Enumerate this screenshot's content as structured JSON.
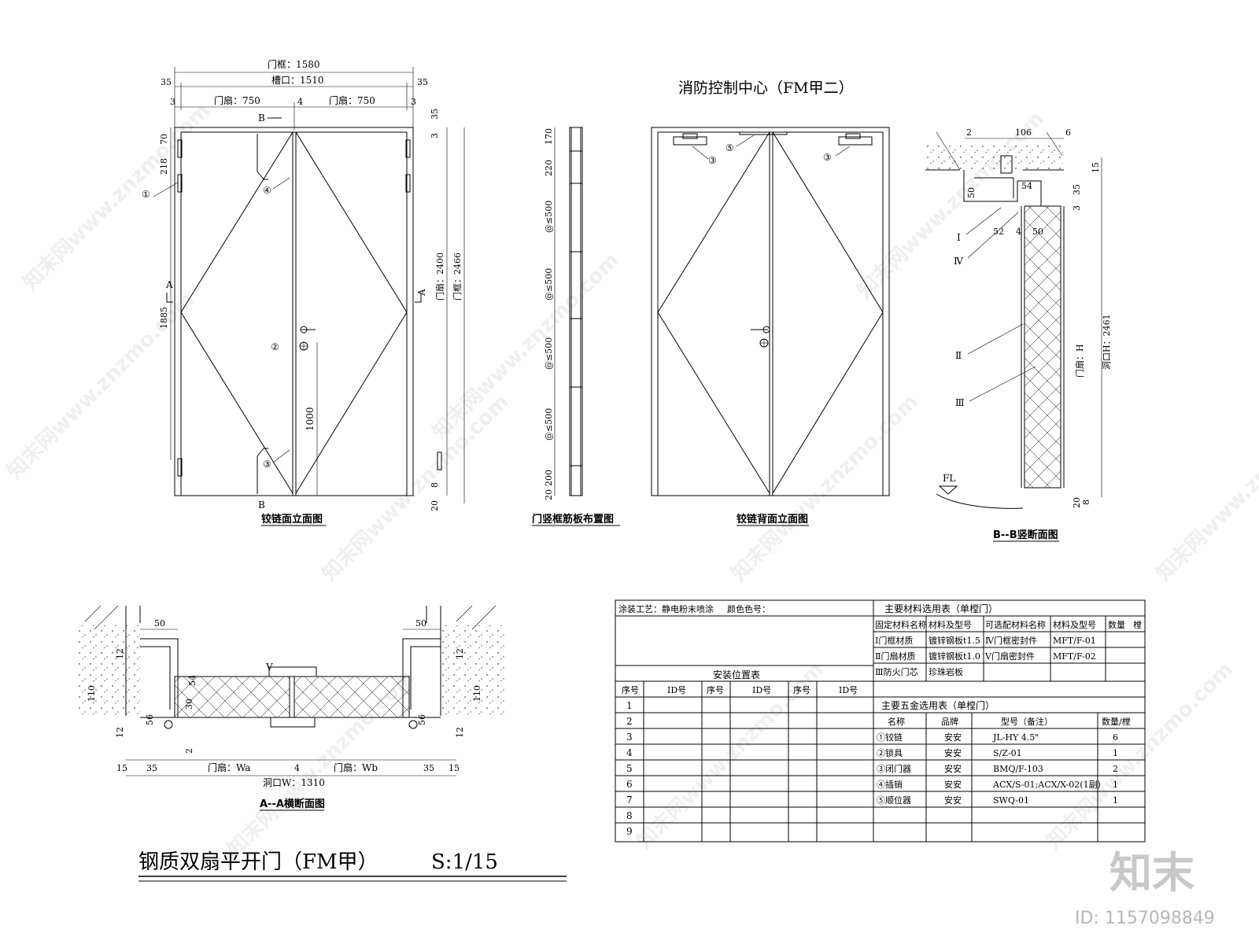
{
  "drawing": {
    "title": "钢质双扇平开门（FM甲）",
    "scale": "S:1/15",
    "back_title": "消防控制中心（FM甲二）"
  },
  "captions": {
    "hinge_elev": "铰链面立面图",
    "frame_ribs": "门竖框筋板布置图",
    "back_elev": "铰链背面立面图",
    "bb_section": "B--B竖断面图",
    "aa_section": "A--A横断面图"
  },
  "dims_front": {
    "frame": "门框：1580",
    "groove": "槽口：1510",
    "leaf_left": "门扇：750",
    "leaf_right": "门扇：750",
    "d35": "35",
    "d3": "3",
    "d4": "4",
    "d70": "70",
    "d218": "218",
    "d1885": "1885",
    "d1000": "1000",
    "d2400": "门扇：2400",
    "d2466": "门框：2466",
    "d8": "8",
    "d20": "20",
    "markA": "A",
    "markB": "B"
  },
  "dims_ribs": {
    "d170": "170",
    "d220": "220",
    "d500": "@≤500",
    "d200": "200",
    "d20": "20"
  },
  "dims_bb": {
    "d2": "2",
    "d106": "106",
    "d6": "6",
    "d15": "15",
    "d35": "35",
    "d3": "3",
    "d50": "50",
    "d54": "54",
    "d52": "52",
    "d4": "4",
    "d50b": "50",
    "leafH": "门扇：H",
    "holeH": "洞口H：2461",
    "fl": "FL",
    "d20": "20",
    "d8": "8"
  },
  "dims_aa": {
    "d50": "50",
    "d54": "54",
    "d56": "56",
    "d110": "110",
    "d12": "12",
    "d30": "30",
    "d2": "2",
    "d15": "15",
    "d35": "35",
    "d4": "4",
    "leafWa": "门扇：Wa",
    "leafWb": "门扇：Wb",
    "hole": "洞口W：1310",
    "markV": "V"
  },
  "callouts": {
    "c1": "①",
    "c2": "②",
    "c3": "③",
    "c4": "④",
    "c5": "⑤",
    "r1": "Ⅰ",
    "r2": "Ⅱ",
    "r3": "Ⅲ",
    "r4": "Ⅳ"
  },
  "table": {
    "coating": "涂装工艺：静电粉末喷涂",
    "color": "颜色色号：",
    "install_title": "安装位置表",
    "install_headers": [
      "序号",
      "ID号",
      "序号",
      "ID号",
      "序号",
      "ID号"
    ],
    "install_rows": [
      "1",
      "2",
      "3",
      "4",
      "5",
      "6",
      "7",
      "8",
      "9"
    ],
    "materials_title": "主要材料选用表（单樘门）",
    "materials_headers": [
      "固定材料名称",
      "材料及型号",
      "可选配材料名称",
      "材料及型号",
      "数量",
      "樘"
    ],
    "materials_rows": [
      [
        "Ⅰ门框材质",
        "镀锌钢板t1.5",
        "Ⅳ门框密封件",
        "MFT/F-01",
        ""
      ],
      [
        "Ⅱ门扇材质",
        "镀锌钢板t1.0",
        "Ⅴ门扇密封件",
        "MFT/F-02",
        ""
      ],
      [
        "Ⅲ防火门芯",
        "珍珠岩板",
        "",
        "",
        ""
      ]
    ],
    "hardware_title": "主要五金选用表（单樘门）",
    "hardware_headers": [
      "名称",
      "品牌",
      "型号（备注）",
      "数量/樘"
    ],
    "hardware_rows": [
      [
        "①铰链",
        "安安",
        "JL-HY 4.5\"",
        "6"
      ],
      [
        "②锁具",
        "安安",
        "S/Z-01",
        "1"
      ],
      [
        "③闭门器",
        "安安",
        "BMQ/F-103",
        "2"
      ],
      [
        "④插销",
        "安安",
        "ACX/S-01;ACX/X-02(1副)",
        "1"
      ],
      [
        "⑤顺位器",
        "安安",
        "SWQ-01",
        "1"
      ]
    ]
  },
  "brand": {
    "logo": "知末",
    "id": "ID: 1157098849",
    "watermark": "知末网www.znzmo.com"
  }
}
